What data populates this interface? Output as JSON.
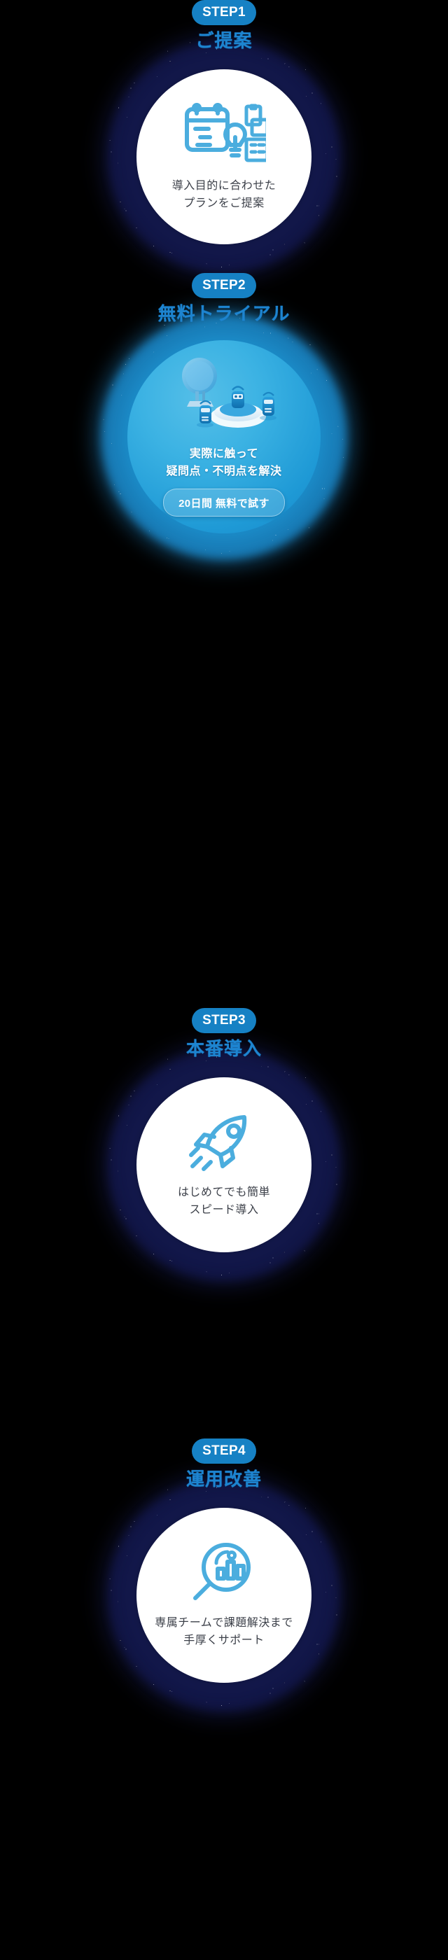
{
  "steps": [
    {
      "badge": "STEP1",
      "title": "ご提案",
      "icon": "calendar-lightbulb-icon",
      "body_line1": "導入目的に合わせた",
      "body_line2": "プランをご提案"
    },
    {
      "badge": "STEP2",
      "title": "無料トライアル",
      "icon": "robot-trial-illustration",
      "body_line1": "実際に触って",
      "body_line2": "疑問点・不明点を解決",
      "cta_label": "20日間 無料で試す"
    },
    {
      "badge": "STEP3",
      "title": "本番導入",
      "icon": "rocket-icon",
      "body_line1": "はじめてでも簡単",
      "body_line2": "スピード導入"
    },
    {
      "badge": "STEP4",
      "title": "運用改善",
      "icon": "magnifier-chart-icon",
      "body_line1": "専属チームで課題解決まで",
      "body_line2": "手厚くサポート"
    }
  ],
  "colors": {
    "background": "#000000",
    "badge_blue": "#1681c4",
    "title_blue": "#1d84d0",
    "icon_blue": "#4badde",
    "card_white": "#ffffff",
    "card_blue": "#3bb2e3",
    "glow_navy": "#141a50",
    "body_text": "#3c4049"
  }
}
